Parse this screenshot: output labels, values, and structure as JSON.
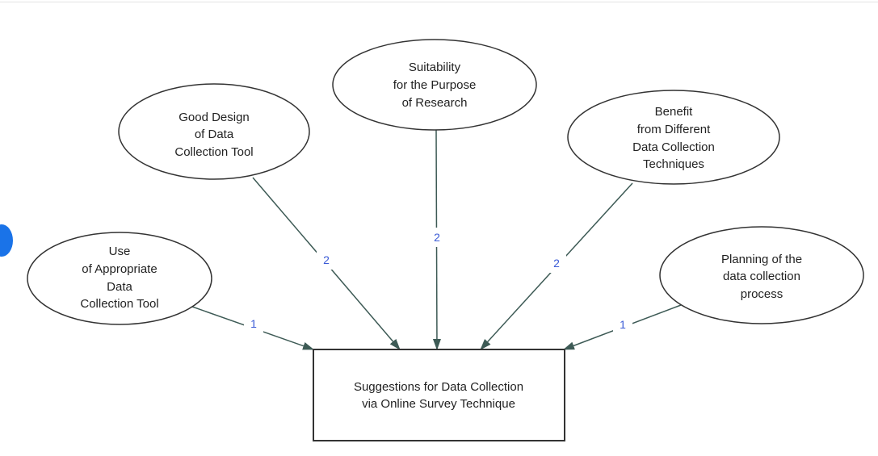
{
  "diagram": {
    "colors": {
      "node_stroke": "#333333",
      "edge": "#3d5a55",
      "edge_label": "#3b5bd6",
      "accent_dot": "#1a73e8"
    },
    "target": {
      "lines": [
        "Suggestions for Data Collection",
        "via Online Survey Technique"
      ]
    },
    "nodes": [
      {
        "id": "use-appropriate-tool",
        "lines": [
          "Use",
          "of Appropriate",
          "Data",
          "Collection Tool"
        ],
        "weight": "1"
      },
      {
        "id": "good-design",
        "lines": [
          "Good Design",
          "of Data",
          "Collection Tool"
        ],
        "weight": "2"
      },
      {
        "id": "suitability",
        "lines": [
          "Suitability",
          "for the Purpose",
          "of Research"
        ],
        "weight": "2"
      },
      {
        "id": "benefit-techniques",
        "lines": [
          "Benefit",
          "from Different",
          "Data Collection",
          "Techniques"
        ],
        "weight": "2"
      },
      {
        "id": "planning",
        "lines": [
          "Planning of the",
          "data collection",
          "process"
        ],
        "weight": "1"
      }
    ]
  }
}
